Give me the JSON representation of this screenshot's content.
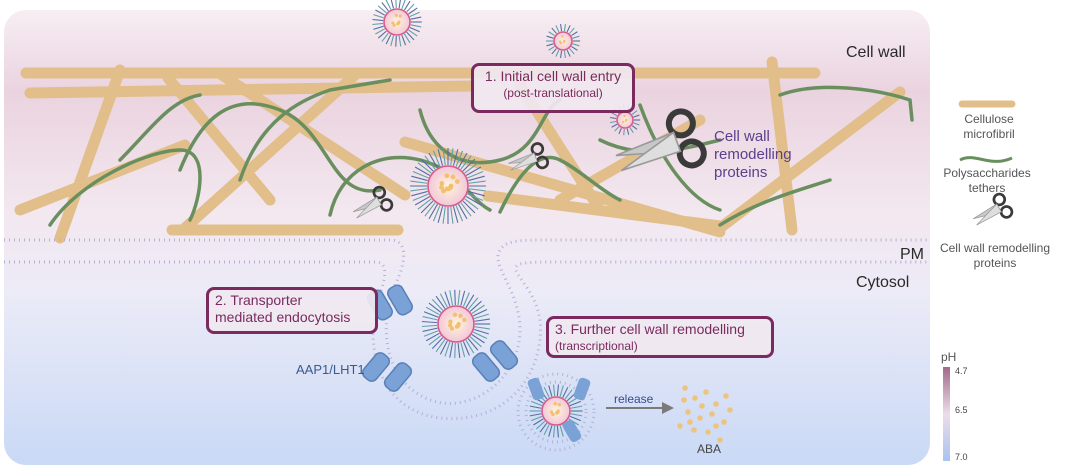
{
  "regions": {
    "cell_wall": "Cell wall",
    "pm": "PM",
    "cytosol": "Cytosol"
  },
  "steps": [
    {
      "title": "1.  Initial cell wall entry",
      "sub": "(post-translational)"
    },
    {
      "title": "2. Transporter",
      "sub": "mediated endocytosis"
    },
    {
      "title": "3.  Further cell wall remodelling",
      "sub": "(transcriptional)"
    }
  ],
  "annotations": {
    "remodelling": "Cell wall\nremodelling\nproteins",
    "transporter": "AAP1/LHT1",
    "release": "release",
    "aba": "ABA"
  },
  "legend": {
    "cellulose": "Cellulose\nmicrofibril",
    "tethers": "Polysaccharides\ntethers",
    "proteins": "Cell wall remodelling\nproteins"
  },
  "ph_scale": {
    "title": "pH",
    "ticks": [
      "4.7",
      "6.5",
      "7.0"
    ]
  },
  "colors": {
    "microfibril": "#e2bf8a",
    "tether": "#6a8f5e",
    "box_border": "#7a2a5e",
    "membrane": "#b8aed6",
    "transporter": "#7aa2d6"
  }
}
